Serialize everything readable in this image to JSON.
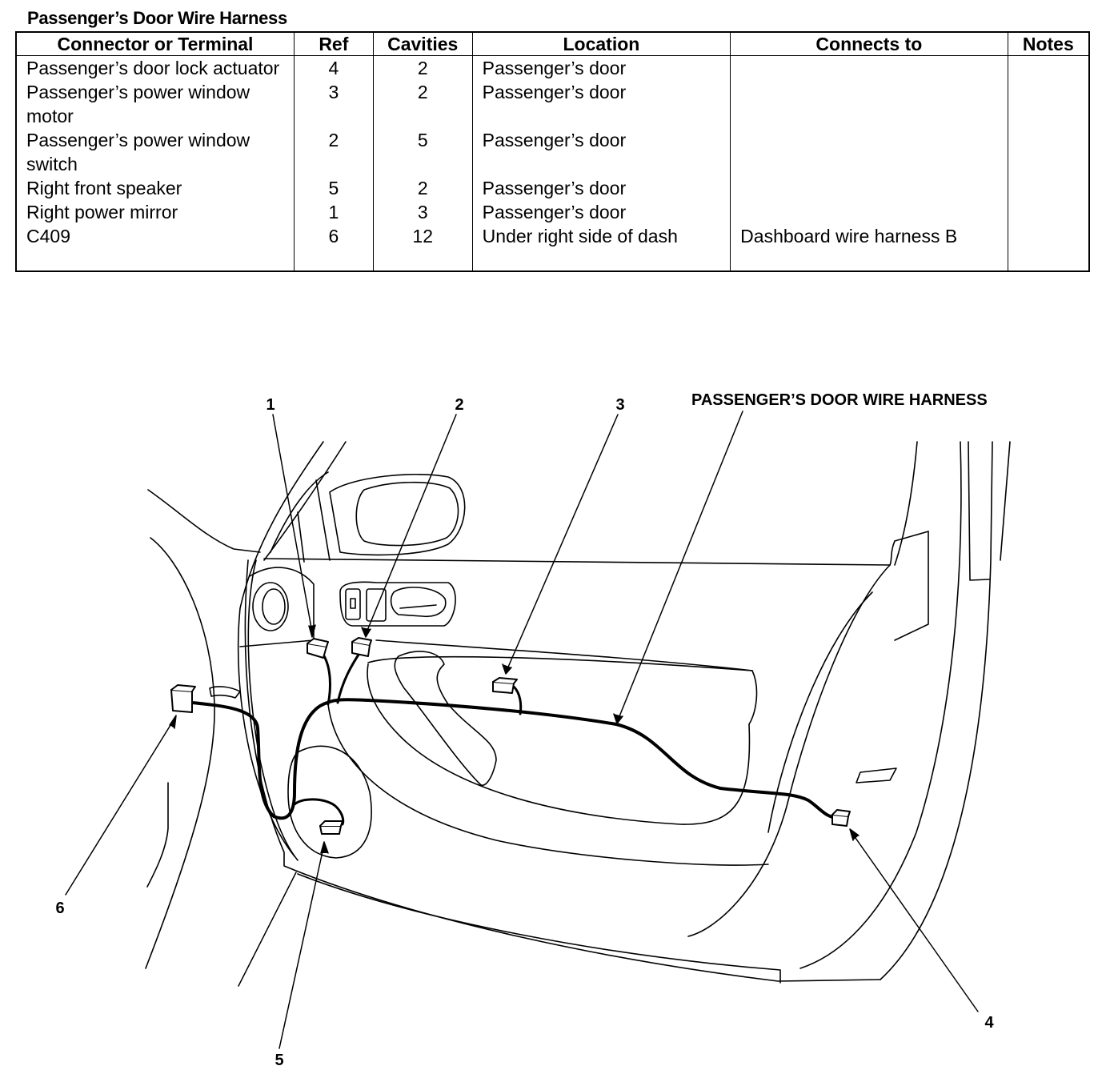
{
  "title": "Passenger’s Door Wire Harness",
  "table": {
    "headers": [
      "Connector or Terminal",
      "Ref",
      "Cavities",
      "Location",
      "Connects to",
      "Notes"
    ],
    "rows": [
      {
        "connector": "Passenger’s door lock actuator",
        "ref": "4",
        "cavities": "2",
        "location": "Passenger’s door",
        "connects_to": "",
        "notes": ""
      },
      {
        "connector": "Passenger’s power window motor",
        "ref": "3",
        "cavities": "2",
        "location": "Passenger’s door",
        "connects_to": "",
        "notes": ""
      },
      {
        "connector": "Passenger’s power window switch",
        "ref": "2",
        "cavities": "5",
        "location": "Passenger’s door",
        "connects_to": "",
        "notes": ""
      },
      {
        "connector": "Right front speaker",
        "ref": "5",
        "cavities": "2",
        "location": "Passenger’s door",
        "connects_to": "",
        "notes": ""
      },
      {
        "connector": "Right power mirror",
        "ref": "1",
        "cavities": "3",
        "location": "Passenger’s door",
        "connects_to": "",
        "notes": ""
      },
      {
        "connector": "C409",
        "ref": "6",
        "cavities": "12",
        "location": "Under right side of dash",
        "connects_to": "Dashboard wire harness B",
        "notes": ""
      }
    ]
  },
  "diagram": {
    "harness_label": "PASSENGER’S DOOR WIRE HARNESS",
    "callouts": {
      "c1": "1",
      "c2": "2",
      "c3": "3",
      "c4": "4",
      "c5": "5",
      "c6": "6"
    }
  }
}
